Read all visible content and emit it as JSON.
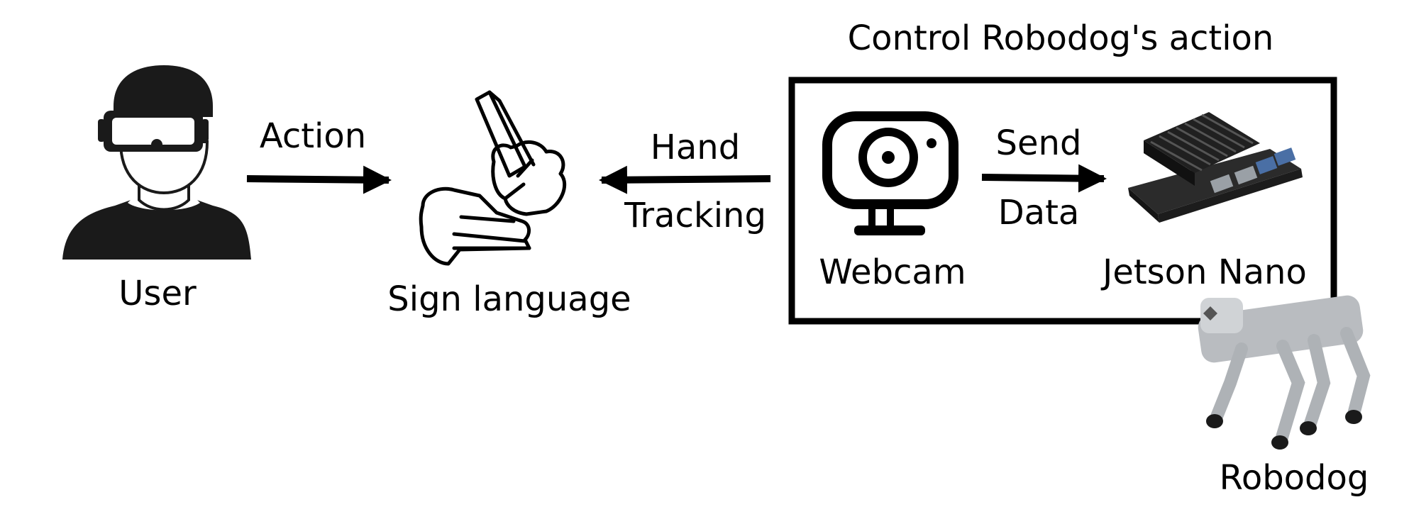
{
  "nodes": {
    "user": "User",
    "sign_language": "Sign language",
    "webcam": "Webcam",
    "jetson_nano": "Jetson Nano",
    "robodog": "Robodog"
  },
  "group": {
    "title": "Control Robodog's action"
  },
  "edges": {
    "action": "Action",
    "hand_tracking_line1": "Hand",
    "hand_tracking_line2": "Tracking",
    "send_data_line1": "Send",
    "send_data_line2": "Data"
  },
  "colors": {
    "stroke": "#000000",
    "robot_body": "#b9bcc0",
    "board": "#2b2b2b"
  }
}
